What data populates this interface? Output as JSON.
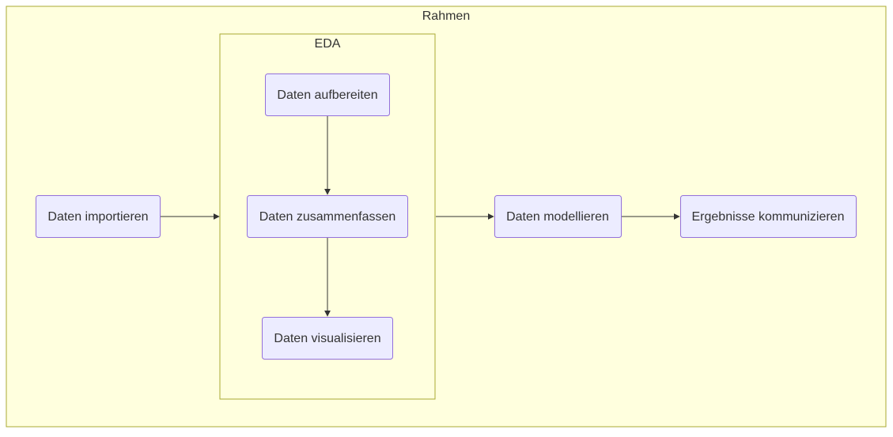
{
  "diagram": {
    "outer_frame": {
      "label": "Rahmen"
    },
    "eda_frame": {
      "label": "EDA"
    },
    "nodes": {
      "import": "Daten importieren",
      "prepare": "Daten aufbereiten",
      "summarize": "Daten zusammenfassen",
      "visualize": "Daten visualisieren",
      "model": "Daten modellieren",
      "communicate": "Ergebnisse kommunizieren"
    },
    "edges": [
      {
        "from": "import",
        "to": "eda_frame"
      },
      {
        "from": "prepare",
        "to": "summarize"
      },
      {
        "from": "summarize",
        "to": "visualize"
      },
      {
        "from": "eda_frame",
        "to": "model"
      },
      {
        "from": "model",
        "to": "communicate"
      }
    ],
    "colors": {
      "frame_fill": "#ffffde",
      "frame_stroke": "#aaaa33",
      "node_fill": "#ececff",
      "node_stroke": "#9370db",
      "edge": "#333333",
      "text": "#333333"
    }
  }
}
